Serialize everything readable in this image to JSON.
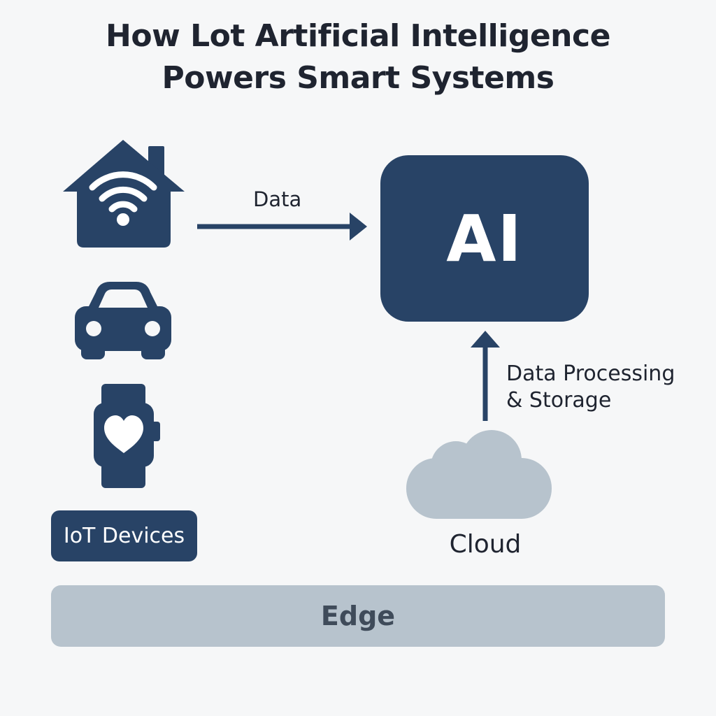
{
  "title": {
    "line1": "How Lot Artificial Intelligence",
    "line2": "Powers Smart Systems"
  },
  "ai_box": {
    "label": "AI"
  },
  "arrows": {
    "data_label": "Data",
    "processing_line1": "Data Processing",
    "processing_line2": "& Storage"
  },
  "iot": {
    "label": "IoT Devices",
    "icons": [
      "smart-home-wifi-icon",
      "car-icon",
      "smartwatch-heart-icon"
    ]
  },
  "cloud": {
    "label": "Cloud"
  },
  "edge": {
    "label": "Edge"
  },
  "colors": {
    "navy": "#284366",
    "cloud": "#b7c3cd",
    "background": "#f6f7f8",
    "text": "#1f2430"
  }
}
